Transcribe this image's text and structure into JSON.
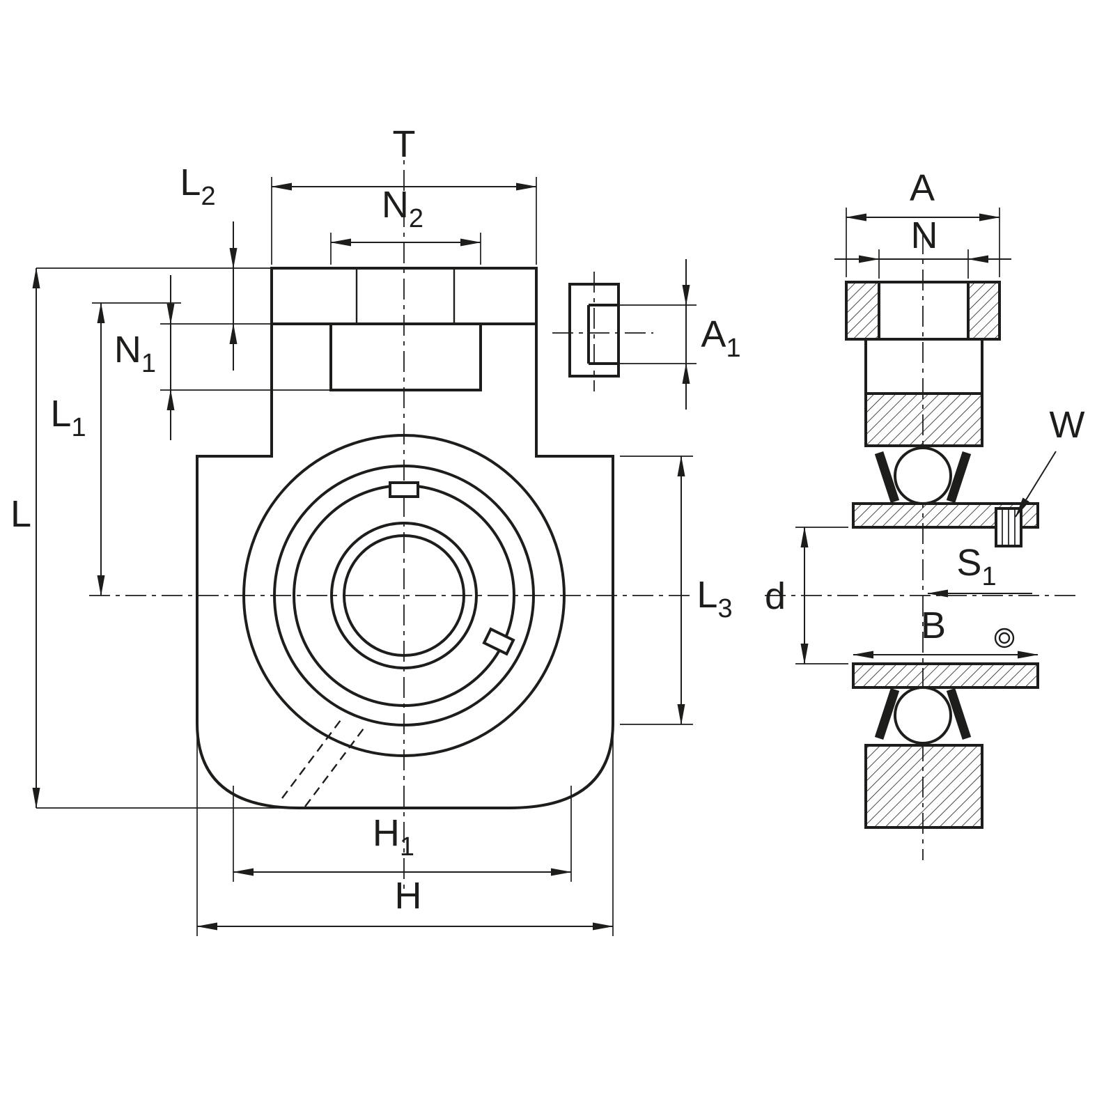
{
  "colors": {
    "line": "#1d1d1b",
    "background": "#ffffff"
  },
  "drawing": {
    "labels": {
      "T": {
        "base": "T",
        "sub": ""
      },
      "N2": {
        "base": "N",
        "sub": "2"
      },
      "L2": {
        "base": "L",
        "sub": "2"
      },
      "N1": {
        "base": "N",
        "sub": "1"
      },
      "L1": {
        "base": "L",
        "sub": "1"
      },
      "L": {
        "base": "L",
        "sub": ""
      },
      "A1": {
        "base": "A",
        "sub": "1"
      },
      "L3": {
        "base": "L",
        "sub": "3"
      },
      "H1": {
        "base": "H",
        "sub": "1"
      },
      "H": {
        "base": "H",
        "sub": ""
      },
      "A": {
        "base": "A",
        "sub": ""
      },
      "N": {
        "base": "N",
        "sub": ""
      },
      "W": {
        "base": "W",
        "sub": ""
      },
      "S1": {
        "base": "S",
        "sub": "1"
      },
      "d": {
        "base": "d",
        "sub": ""
      },
      "B": {
        "base": "B",
        "sub": ""
      }
    }
  }
}
